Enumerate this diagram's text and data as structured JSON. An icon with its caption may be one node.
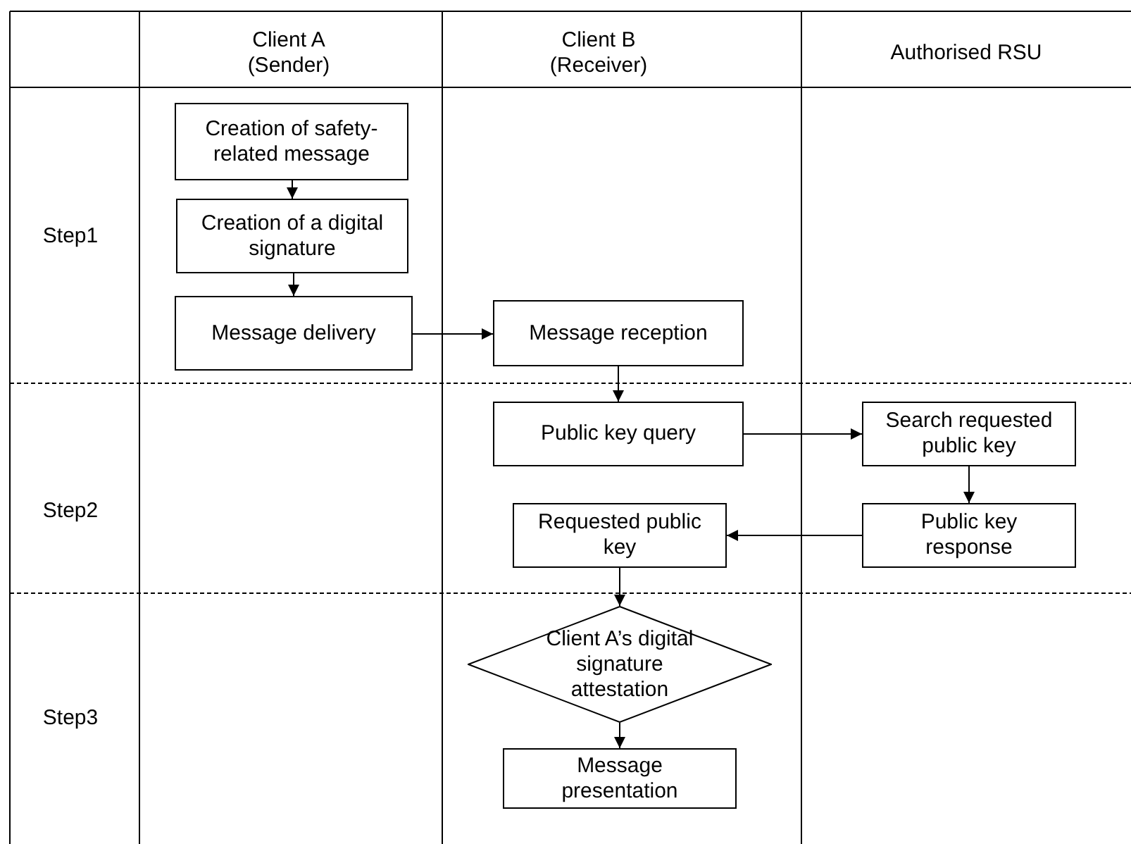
{
  "diagram": {
    "nodes": [
      {
        "text": [
          "Creation of safety-related message"
        ]
      },
      {
        "text": [
          "Creation of a digital signature"
        ]
      },
      {
        "text": [
          "Message delivery"
        ]
      },
      {
        "text": [
          "Message reception"
        ]
      },
      {
        "text": [
          "Public key query"
        ]
      },
      {
        "text": [
          "Search requested public key"
        ]
      },
      {
        "text": [
          "Public key response"
        ]
      },
      {
        "text": [
          "Requested public key"
        ]
      },
      {
        "text": [
          "Client A’s digital signature attestation"
        ]
      },
      {
        "text": [
          "Message presentation"
        ]
      }
    ],
    "edges": [
      {
        "from": 0,
        "to": 1,
        "arrow": "to"
      },
      {
        "from": 1,
        "to": 2,
        "arrow": "to"
      },
      {
        "from": 2,
        "to": 3,
        "arrow": "to"
      },
      {
        "from": 3,
        "to": 4,
        "arrow": "to"
      },
      {
        "from": 4,
        "to": 5,
        "arrow": "to"
      },
      {
        "from": 5,
        "to": 6,
        "arrow": "to"
      },
      {
        "from": 6,
        "to": 7,
        "arrow": "to"
      },
      {
        "from": 7,
        "to": 8,
        "arrow": "to"
      },
      {
        "from": 8,
        "to": 9,
        "arrow": "to"
      }
    ],
    "labels": [
      "Client A (Sender)",
      "Client B (Receiver)",
      "Authorised RSU",
      "Step1",
      "Step2",
      "Step3"
    ]
  }
}
